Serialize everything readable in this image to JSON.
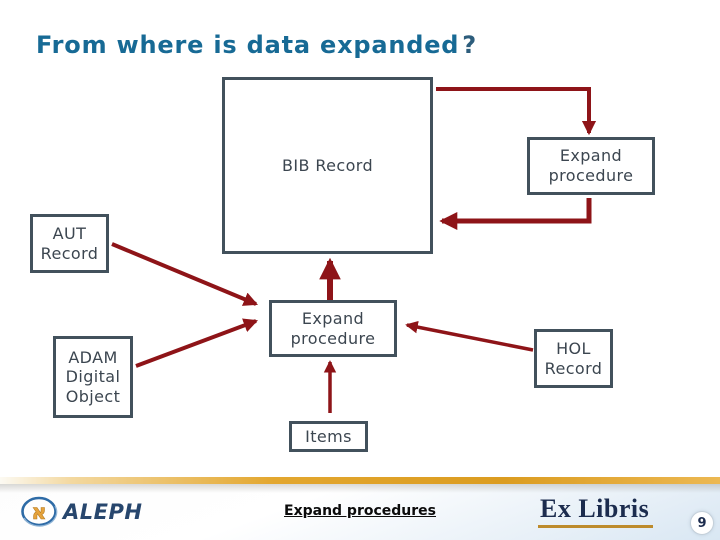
{
  "slide": {
    "title": "From where is data expanded",
    "question_mark": "?"
  },
  "diagram": {
    "boxes": {
      "bib": "BIB Record",
      "expand_top": "Expand procedure",
      "aut": "AUT Record",
      "adam": "ADAM Digital Object",
      "expand_mid": "Expand procedure",
      "hol": "HOL Record",
      "items": "Items"
    },
    "arrows": [
      {
        "from": "BIB Record",
        "to": "Expand procedure (top right)"
      },
      {
        "from": "Expand procedure (top right)",
        "to": "BIB Record"
      },
      {
        "from": "Expand procedure (center)",
        "to": "BIB Record"
      },
      {
        "from": "AUT Record",
        "to": "Expand procedure (center)"
      },
      {
        "from": "ADAM Digital Object",
        "to": "Expand procedure (center)"
      },
      {
        "from": "Items",
        "to": "Expand procedure (center)"
      },
      {
        "from": "HOL Record",
        "to": "Expand procedure (center)"
      }
    ],
    "colors": {
      "arrow": "#8e1418",
      "box_border": "#42515c",
      "box_text": "#3c4650",
      "title": "#176a95",
      "accent_gold": "#bd8b2c",
      "logo_navy": "#1c2c4e"
    }
  },
  "footer": {
    "link": "Expand procedures",
    "aleph_text": "ALEPH",
    "aleph_glyph": "א",
    "exlibris_text": "Ex Libris",
    "page_number": "9"
  }
}
